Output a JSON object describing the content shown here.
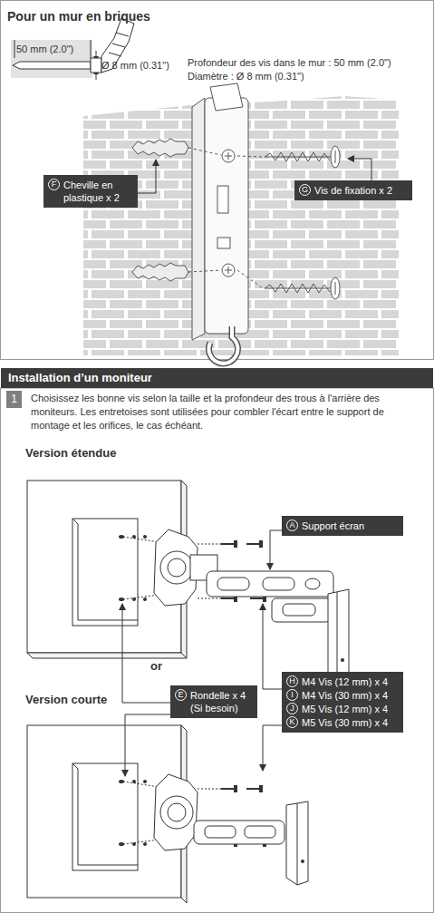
{
  "diagram": {
    "nodes": [
      {
        "text": [
          "F",
          "Cheville en plastique x 2"
        ]
      },
      {
        "text": [
          "G",
          "Vis de fixation x 2"
        ]
      },
      {
        "text": [
          "Installation d’un moniteur"
        ]
      },
      {
        "text": [
          "1"
        ]
      },
      {
        "text": [
          "A",
          "Support écran"
        ]
      },
      {
        "text": [
          "E",
          "Rondelle x 4 (Si besoin)"
        ]
      },
      {
        "text": [
          "H",
          "M4 Vis (12 mm) x 4",
          "I",
          "M4 Vis (30 mm) x 4",
          "J",
          "M5 Vis (12 mm) x 4",
          "K",
          "M5 Vis (30 mm) x 4"
        ]
      }
    ],
    "labels": [
      "Pour un mur en briques",
      "50 mm (2.0\")",
      "Ø 8 mm (0.31\")",
      "Profondeur des vis dans le mur : 50 mm (2.0\")",
      "Diamètre : Ø 8 mm (0.31\")",
      "Choisissez les bonne vis selon la taille et la profondeur des trous à l'arrière des moniteurs. Les entretoises sont utilisées pour combler l'écart entre le support de montage et les orifices, le cas échéant.",
      "Version étendue",
      "or",
      "Version courte"
    ]
  }
}
